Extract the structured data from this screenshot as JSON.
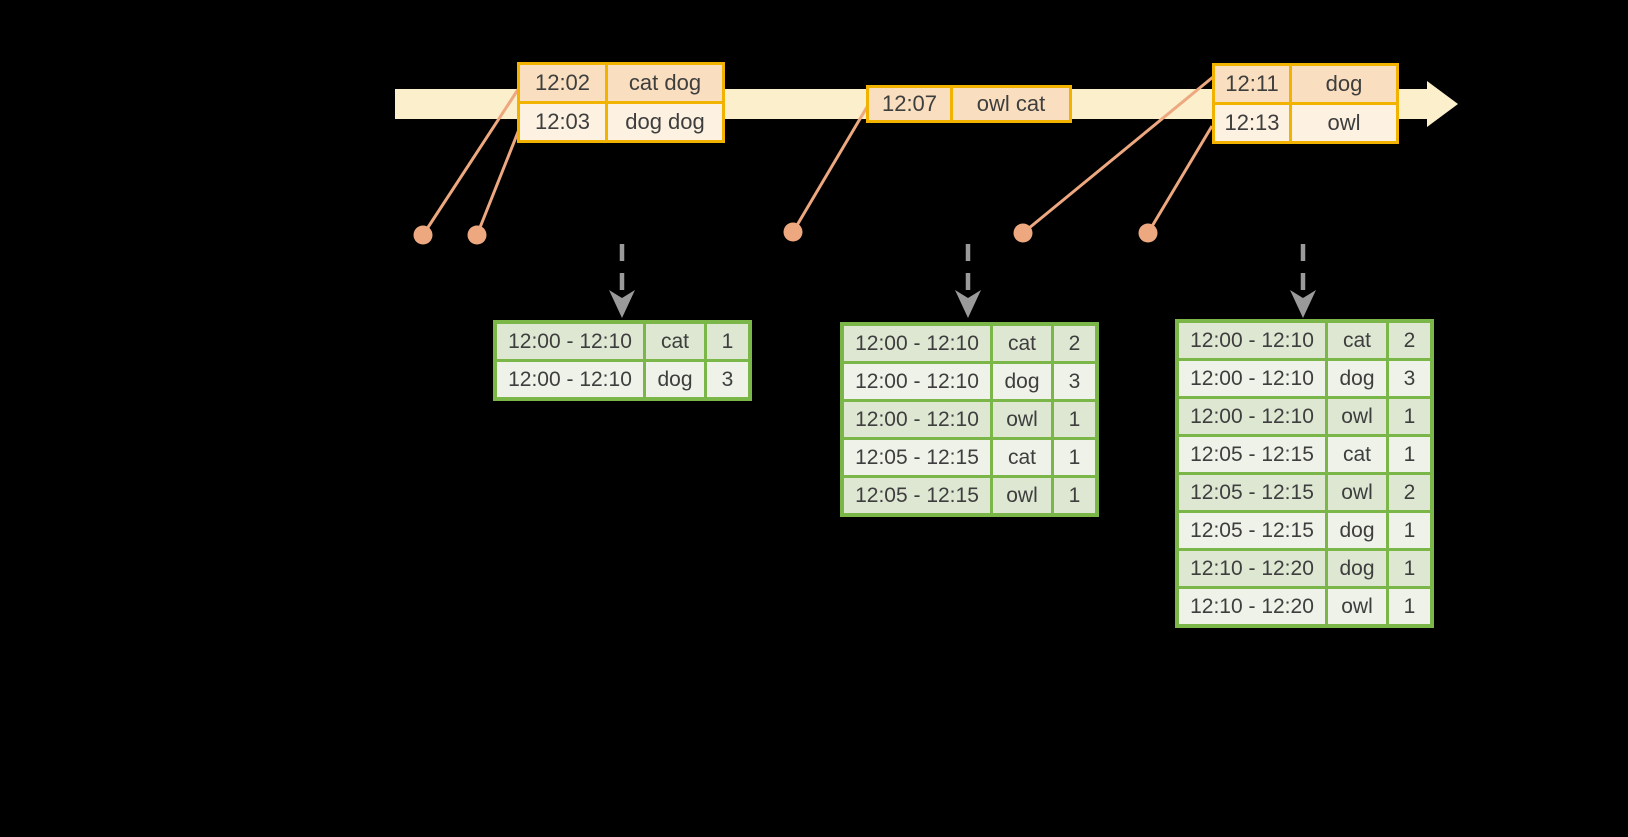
{
  "colors": {
    "background": "#000000",
    "timeline_band": "#FCEFCB",
    "event_border": "#F2B200",
    "event_row_dark": "#F9DFBF",
    "event_row_light": "#FDF1E1",
    "connector": "#EDA87F",
    "result_border": "#7AB648",
    "result_row_dark": "#DEE7D2",
    "result_row_light": "#EEF2E8",
    "trigger_arrow": "#9A9A9A",
    "text": "#3E3E3E"
  },
  "timeline": {
    "event_groups": [
      {
        "rows": [
          {
            "time": "12:02",
            "words": "cat dog"
          },
          {
            "time": "12:03",
            "words": "dog dog"
          }
        ]
      },
      {
        "rows": [
          {
            "time": "12:07",
            "words": "owl cat"
          }
        ]
      },
      {
        "rows": [
          {
            "time": "12:11",
            "words": "dog"
          },
          {
            "time": "12:13",
            "words": "owl"
          }
        ]
      }
    ]
  },
  "result_tables": [
    {
      "rows": [
        {
          "window": "12:00 - 12:10",
          "word": "cat",
          "count": "1"
        },
        {
          "window": "12:00 - 12:10",
          "word": "dog",
          "count": "3"
        }
      ]
    },
    {
      "rows": [
        {
          "window": "12:00 - 12:10",
          "word": "cat",
          "count": "2"
        },
        {
          "window": "12:00 - 12:10",
          "word": "dog",
          "count": "3"
        },
        {
          "window": "12:00 - 12:10",
          "word": "owl",
          "count": "1"
        },
        {
          "window": "12:05 - 12:15",
          "word": "cat",
          "count": "1"
        },
        {
          "window": "12:05 - 12:15",
          "word": "owl",
          "count": "1"
        }
      ]
    },
    {
      "rows": [
        {
          "window": "12:00 - 12:10",
          "word": "cat",
          "count": "2"
        },
        {
          "window": "12:00 - 12:10",
          "word": "dog",
          "count": "3"
        },
        {
          "window": "12:00 - 12:10",
          "word": "owl",
          "count": "1"
        },
        {
          "window": "12:05 - 12:15",
          "word": "cat",
          "count": "1"
        },
        {
          "window": "12:05 - 12:15",
          "word": "owl",
          "count": "2"
        },
        {
          "window": "12:05 - 12:15",
          "word": "dog",
          "count": "1"
        },
        {
          "window": "12:10 - 12:20",
          "word": "dog",
          "count": "1"
        },
        {
          "window": "12:10 - 12:20",
          "word": "owl",
          "count": "1"
        }
      ]
    }
  ]
}
